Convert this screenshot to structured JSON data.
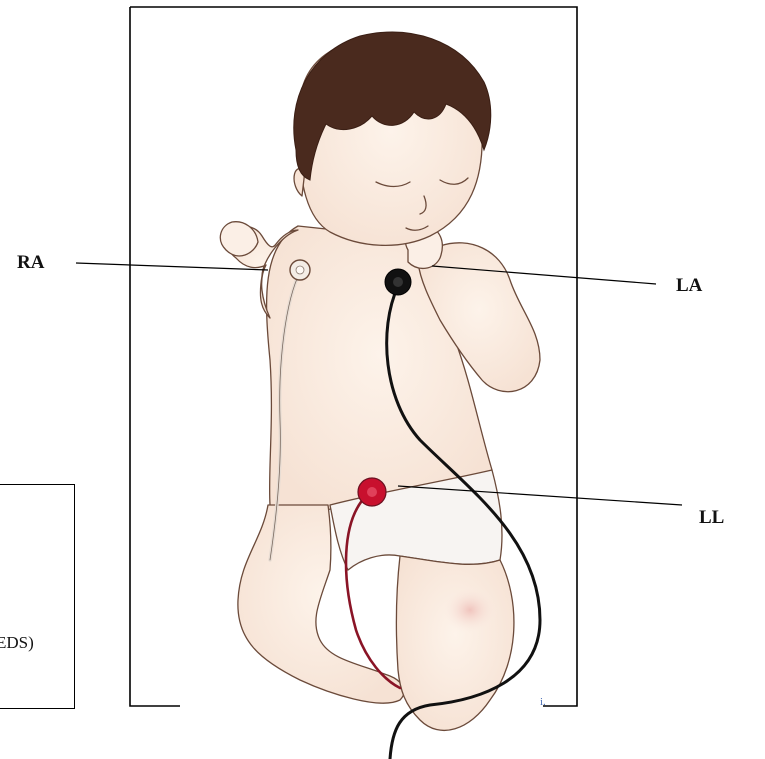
{
  "figure": {
    "leads": {
      "ra": {
        "label": "RA",
        "color": "#f4ede6"
      },
      "la": {
        "label": "LA",
        "color": "#111111"
      },
      "ll": {
        "label": "LL",
        "color": "#c8102e"
      }
    },
    "side_box_text": "EDS)",
    "stray_mark": "i."
  },
  "colors": {
    "background": "#ffffff",
    "frame": "#000000",
    "hair": "#4a2a1e",
    "skin": "#fbefe6",
    "outline": "#6b4a3a"
  }
}
